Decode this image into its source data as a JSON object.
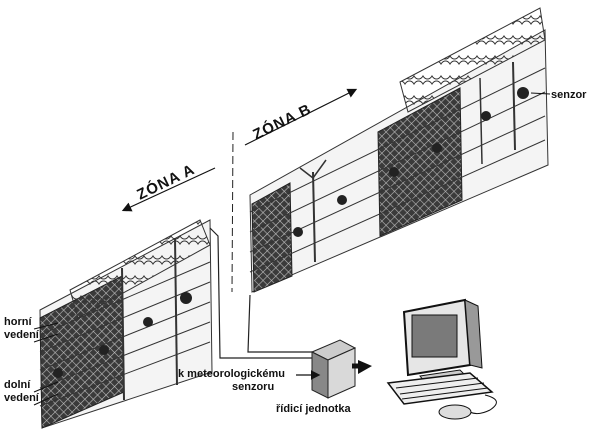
{
  "labels": {
    "zone_a": "ZÓNA  A",
    "zone_b": "ZÓNA  B",
    "sensor": "senzor",
    "upper_line_1": "horní",
    "upper_line_2": "vedení",
    "lower_line_1": "dolní",
    "lower_line_2": "vedení",
    "meteo_1": "k meteorologickému",
    "meteo_2": "senzoru",
    "control_unit": "řídicí jednotka"
  },
  "icons": [
    "barbed-wire-coil-icon",
    "fence-sensor-icon",
    "computer-monitor-icon",
    "keyboard-icon",
    "mouse-icon",
    "control-unit-box-icon",
    "arrow-icon"
  ]
}
